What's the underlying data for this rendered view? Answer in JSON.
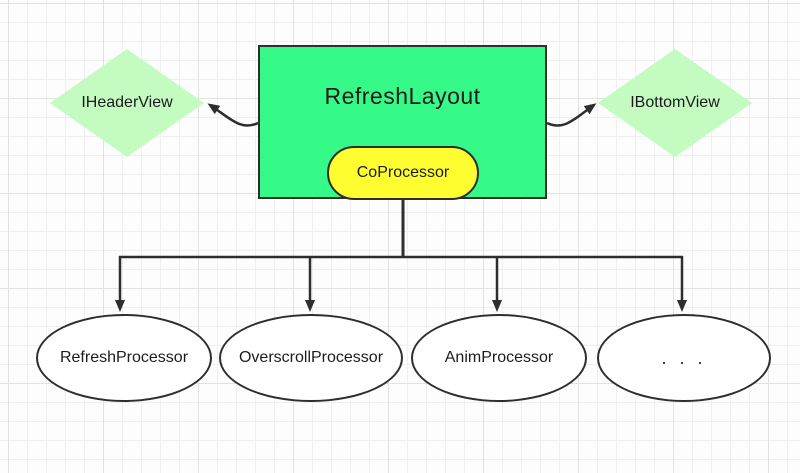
{
  "nodes": {
    "main": "RefreshLayout",
    "coprocessor": "CoProcessor",
    "header_view": "IHeaderView",
    "bottom_view": "IBottomView",
    "processors": [
      "RefreshProcessor",
      "OverscrollProcessor",
      "AnimProcessor",
      ". . ."
    ]
  },
  "colors": {
    "main_fill": "#35fa88",
    "coprocessor_fill": "#fdfd30",
    "diamond_fill": "#c3fbc1",
    "stroke": "#2e2e2e"
  }
}
